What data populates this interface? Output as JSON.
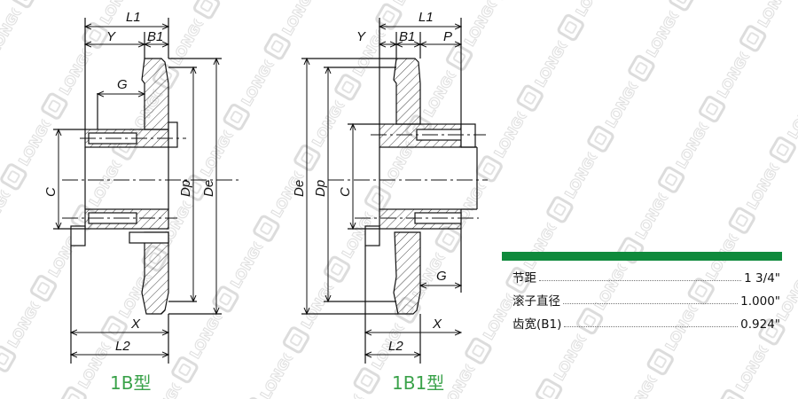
{
  "brand": {
    "watermark_text": "LONGOLD",
    "accent_color": "#0f8a3c",
    "caption_color": "#3aa24a"
  },
  "diagram_1b": {
    "caption": "1B型",
    "dimensions": {
      "l1": "L1",
      "y": "Y",
      "b1": "B1",
      "g": "G",
      "c": "C",
      "dp": "Dp",
      "de": "De",
      "x": "X",
      "l2": "L2"
    }
  },
  "diagram_1b1": {
    "caption": "1B1型",
    "dimensions": {
      "l1": "L1",
      "y": "Y",
      "b1": "B1",
      "p": "P",
      "de": "De",
      "dp": "Dp",
      "c": "C",
      "g": "G",
      "x": "X",
      "l2": "L2"
    }
  },
  "spec_table": {
    "rows": [
      {
        "label": "节距",
        "value": "1 3/4\""
      },
      {
        "label": "滚子直径",
        "value": "1.000\""
      },
      {
        "label": "齿宽(B1)",
        "value": "0.924\""
      }
    ]
  }
}
